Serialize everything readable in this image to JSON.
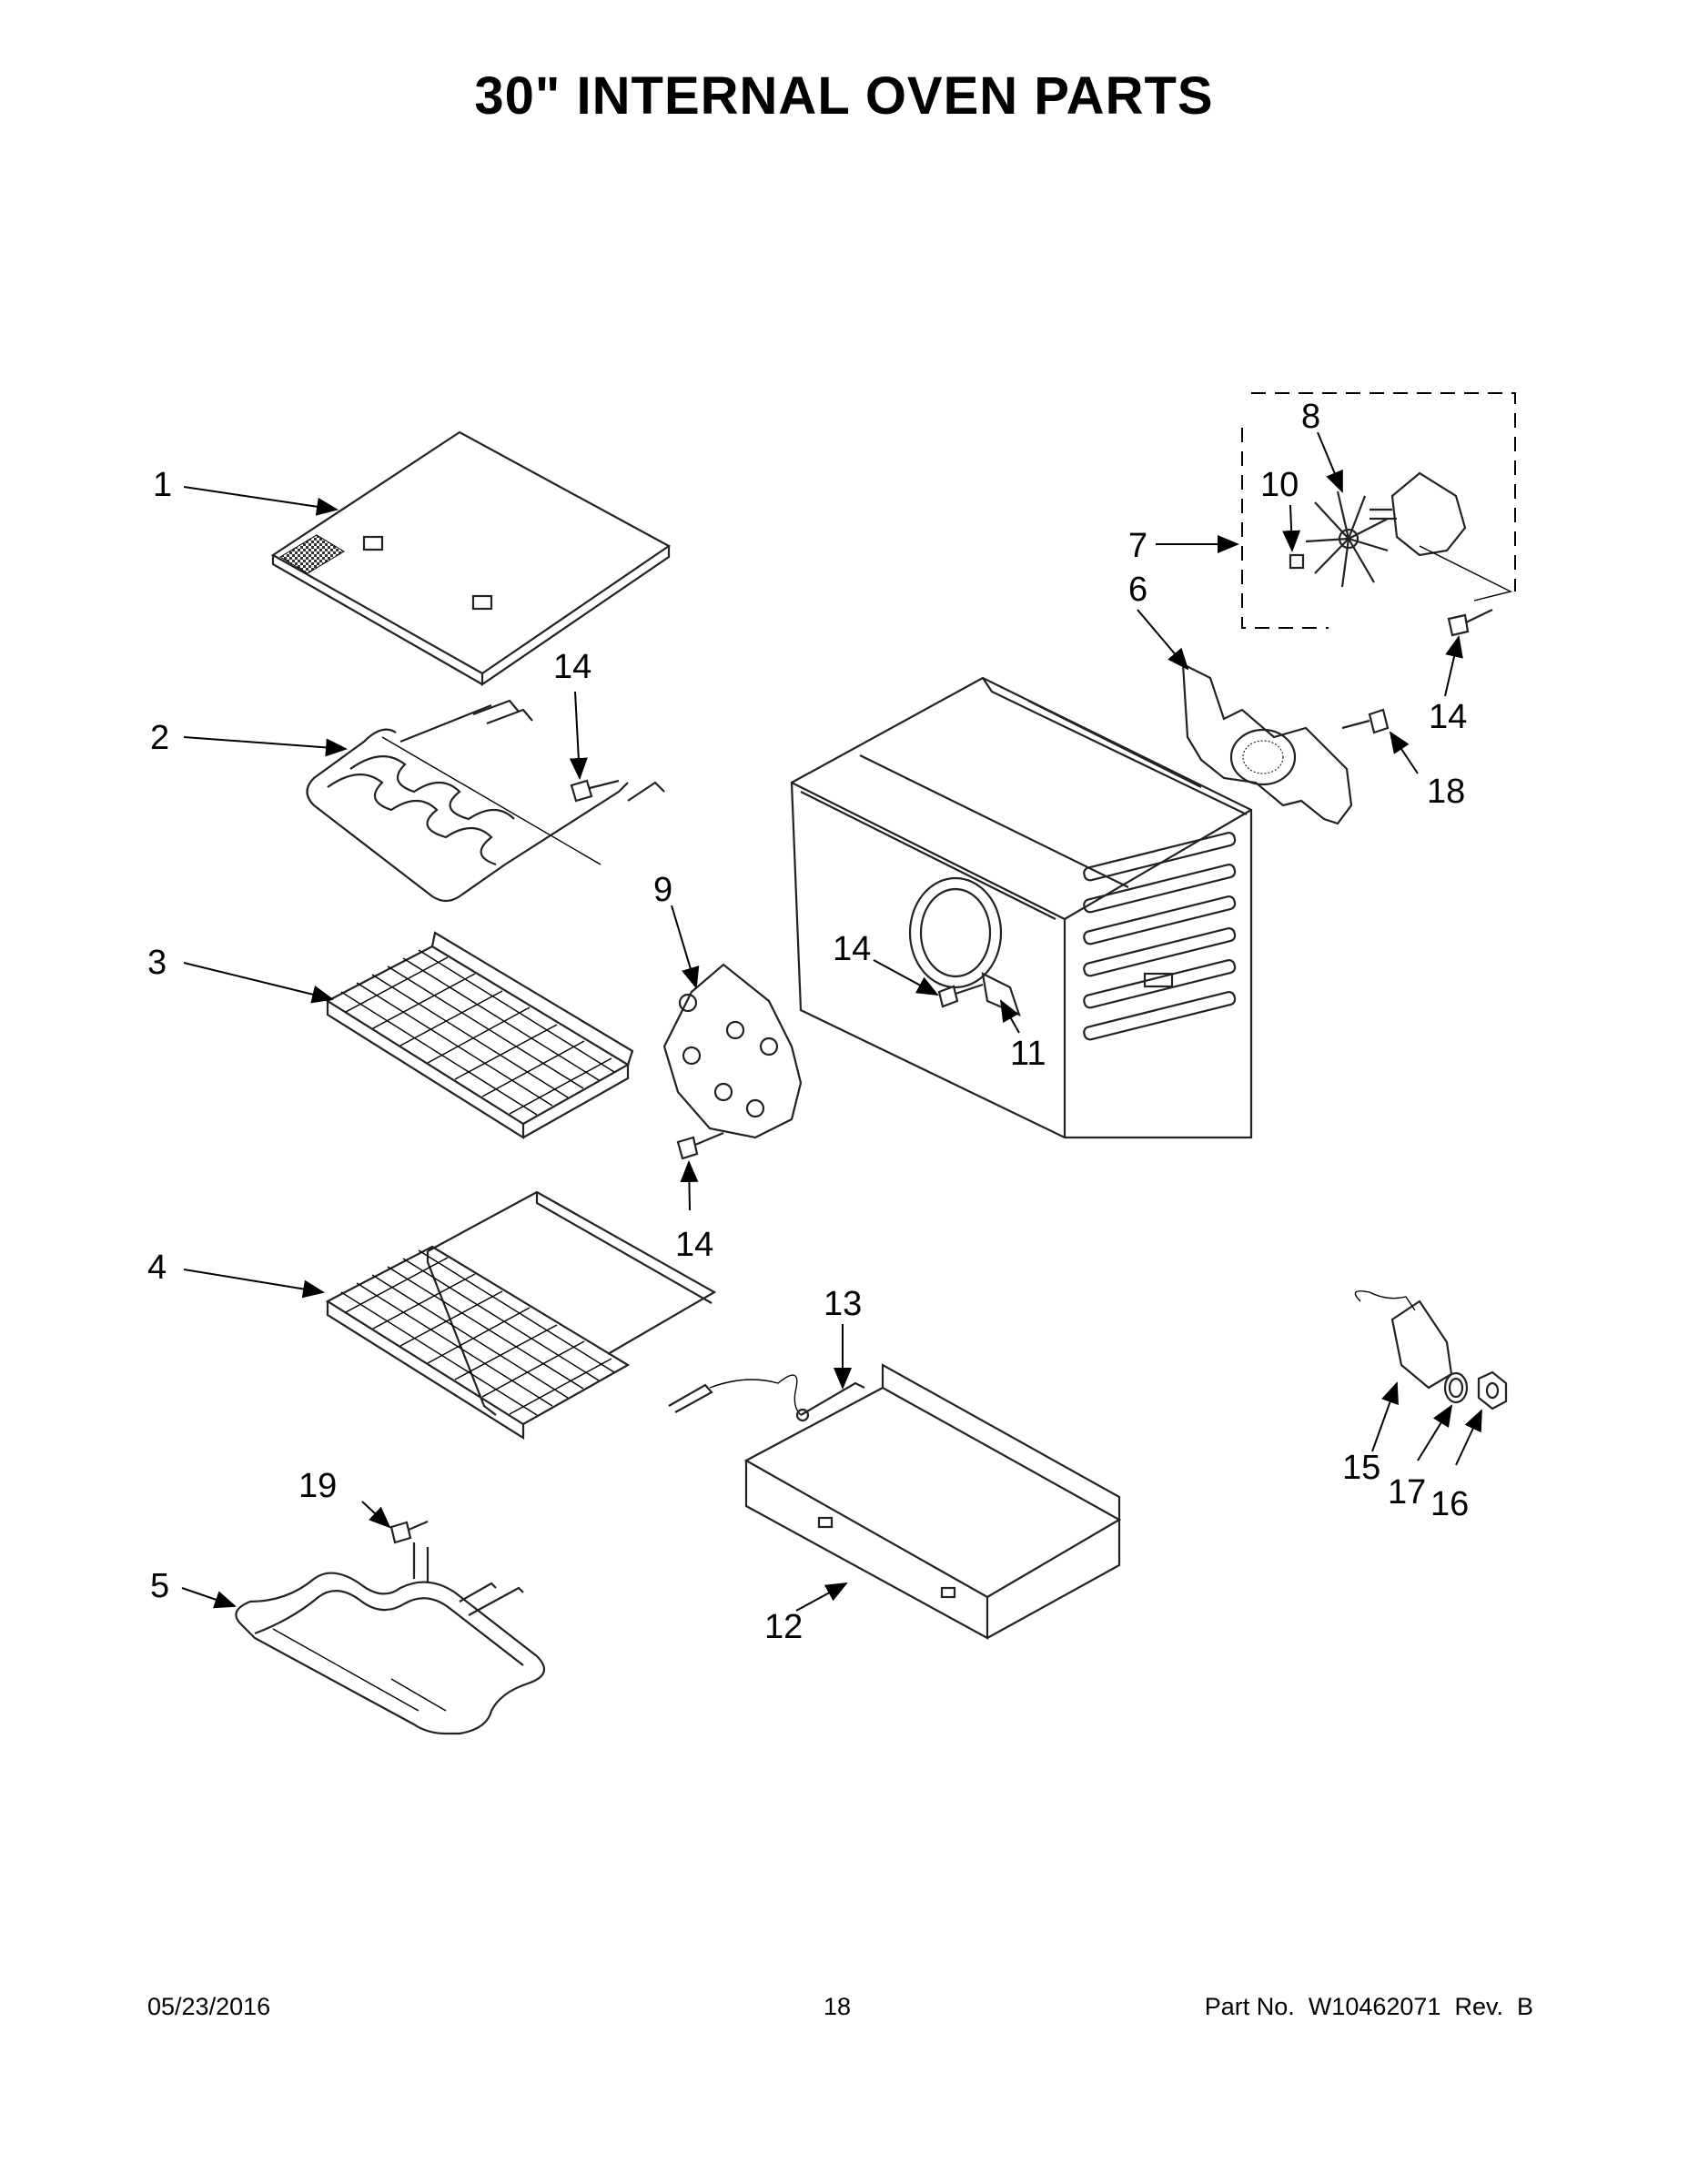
{
  "title": "30\" INTERNAL OVEN PARTS",
  "callouts": [
    "1",
    "2",
    "3",
    "4",
    "5",
    "6",
    "7",
    "8",
    "9",
    "10",
    "11",
    "12",
    "13",
    "14",
    "15",
    "16",
    "17",
    "18",
    "19"
  ],
  "footer": {
    "date": "05/23/2016",
    "page_number": "18",
    "part_label": "Part No.",
    "part_number": "W10462071",
    "rev_label": "Rev.",
    "rev_value": "B"
  }
}
